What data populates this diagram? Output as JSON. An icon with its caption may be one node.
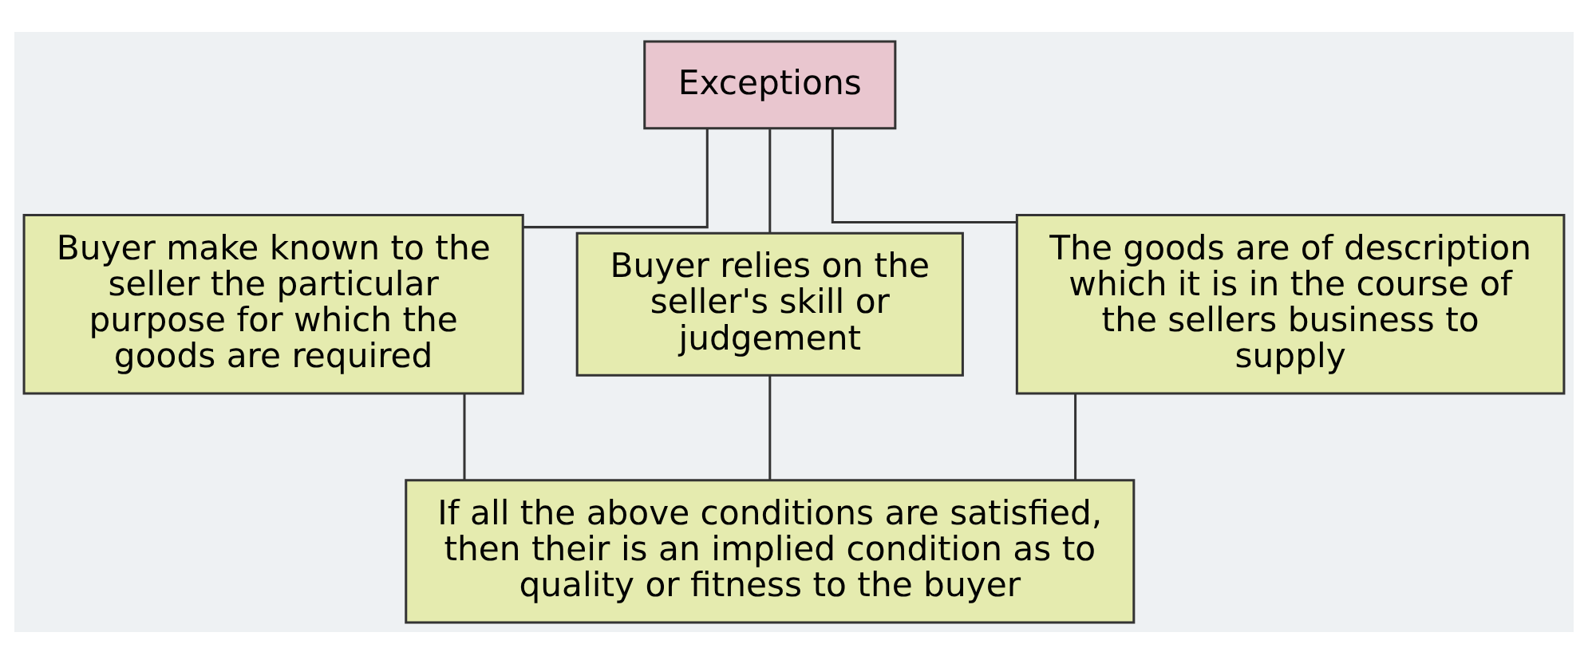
{
  "diagram": {
    "nodes": [
      {
        "text": [
          "Exceptions"
        ]
      },
      {
        "text": [
          "Buyer make known to the seller the particular purpose for which the goods are required"
        ]
      },
      {
        "text": [
          "Buyer relies on the seller's skill or judgement"
        ]
      },
      {
        "text": [
          "The goods are of description which it is in the course of the sellers business to supply"
        ]
      },
      {
        "text": [
          "If all the above conditions are satisfied, then their is an implied condition as to quality or fitness to the buyer"
        ]
      }
    ],
    "edges": [
      {
        "from": 0,
        "to": 1,
        "arrow": "none"
      },
      {
        "from": 0,
        "to": 2,
        "arrow": "none"
      },
      {
        "from": 0,
        "to": 3,
        "arrow": "none"
      },
      {
        "from": 1,
        "to": 4,
        "arrow": "none"
      },
      {
        "from": 2,
        "to": 4,
        "arrow": "none"
      },
      {
        "from": 3,
        "to": 4,
        "arrow": "none"
      }
    ]
  }
}
